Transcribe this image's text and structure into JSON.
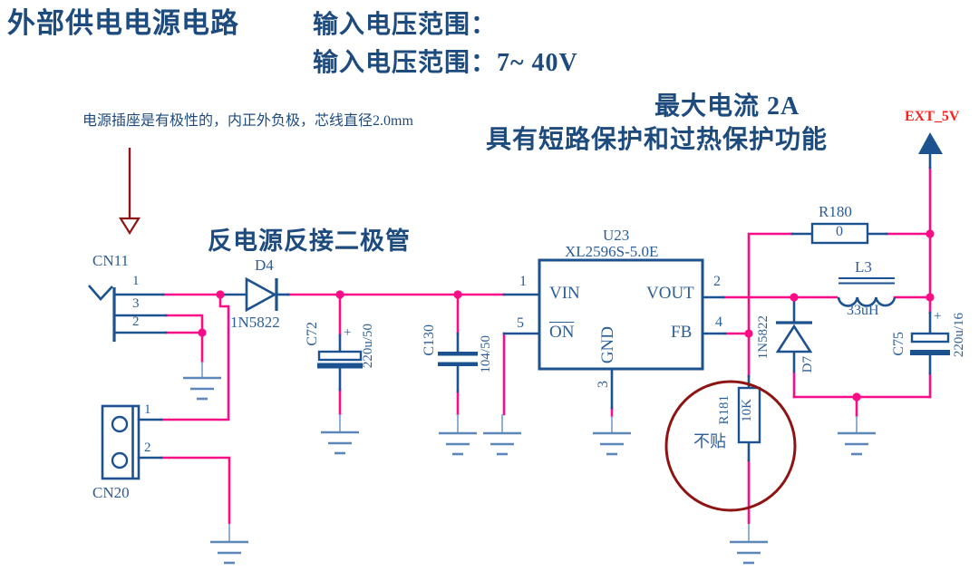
{
  "annotations": {
    "title": "外部供电电源电路",
    "input_range_label": "输入电压范围：",
    "input_range_value": "输入电压范围：7~ 40V",
    "jack_note": "电源插座是有极性的，内正外负极，芯线直径2.0mm",
    "max_current": "最大电流 2A",
    "protection": "具有短路保护和过热保护功能",
    "reverse_diode_note": "反电源反接二极管",
    "no_mount": "不贴"
  },
  "power": {
    "net_label": "EXT_5V"
  },
  "colors": {
    "component_blue": "#1d5291",
    "wire_pink": "#fa0c86",
    "ground_blue": "#5d87b8",
    "annotation_dark_red": "#8e1414",
    "net_red": "#f8211f"
  },
  "components": {
    "cn11": {
      "ref": "CN11",
      "pins": [
        "1",
        "3",
        "2"
      ]
    },
    "cn20": {
      "ref": "CN20",
      "pins": [
        "1",
        "2"
      ]
    },
    "d4": {
      "ref": "D4",
      "value": "1N5822"
    },
    "c72": {
      "ref": "C72",
      "value": "220u/50",
      "polarity": "+"
    },
    "c130": {
      "ref": "C130",
      "value": "104/50"
    },
    "u23": {
      "ref": "U23",
      "value": "XL2596S-5.0E",
      "pin_names": {
        "vin": "VIN",
        "on": "ON",
        "vout": "VOUT",
        "fb": "FB",
        "gnd": "GND"
      },
      "pin_numbers": {
        "vin": "1",
        "on": "5",
        "vout": "2",
        "fb": "4",
        "gnd": "3"
      }
    },
    "r180": {
      "ref": "R180",
      "value": "0"
    },
    "l3": {
      "ref": "L3",
      "value": "33uH"
    },
    "d7": {
      "ref": "D7",
      "value": "1N5822"
    },
    "c75": {
      "ref": "C75",
      "value": "220u/16",
      "polarity": "+"
    },
    "r181": {
      "ref": "R181",
      "value": "10K"
    }
  }
}
